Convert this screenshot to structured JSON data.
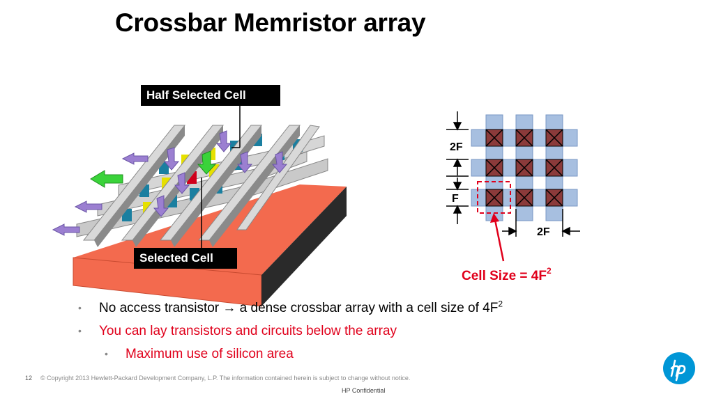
{
  "slide": {
    "title": "Crossbar Memristor array",
    "half_selected_label": "Half Selected Cell",
    "selected_label": "Selected Cell"
  },
  "grid_diagram": {
    "dim_top": "2F",
    "dim_mid": "F",
    "dim_bottom": "2F",
    "cell_size_text": "Cell Size = 4F",
    "cell_size_sup": "2"
  },
  "bullets": {
    "b1_prefix": "No access transistor ",
    "b1_arrow": "→",
    "b1_suffix": " a dense crossbar array with a cell size of 4F",
    "b1_sup": "2",
    "b2": "You can lay transistors and circuits below the array",
    "b3": "Maximum use of silicon area"
  },
  "footer": {
    "page_number": "12",
    "copyright": "© Copyright 2013 Hewlett-Packard Development Company, L.P.  The information contained herein is subject to change without notice.",
    "confidential": "HP Confidential"
  },
  "colors": {
    "substrate": "#f36a4e",
    "substrate_dark": "#2a2a2a",
    "bar_light": "#d6d6d6",
    "bar_dark": "#8a8a8a",
    "cell_teal": "#1a7fa0",
    "cell_yellow": "#e6e000",
    "arrow_purple": "#9b7fd1",
    "arrow_green": "#3ad33a",
    "grid_blue": "#a7bfe0",
    "grid_cell": "#8b3a3a",
    "accent_red": "#e0001b",
    "hp_blue": "#0096d6"
  }
}
